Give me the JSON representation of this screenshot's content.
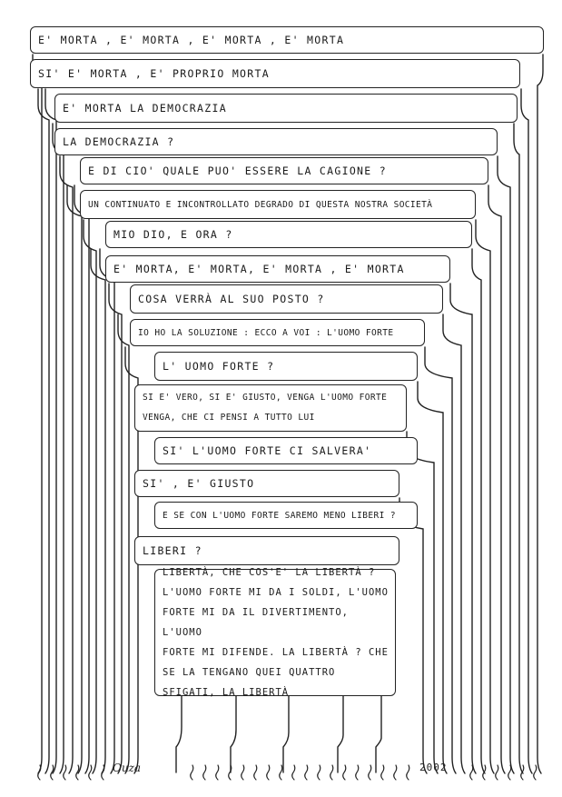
{
  "panels": [
    {
      "text": "E' MORTA , E' MORTA , E' MORTA , E' MORTA"
    },
    {
      "text": "SI' E' MORTA , E' PROPRIO MORTA"
    },
    {
      "text": "E' MORTA LA DEMOCRAZIA"
    },
    {
      "text": "LA DEMOCRAZIA ?"
    },
    {
      "text": "E DI CIO' QUALE PUO' ESSERE LA CAGIONE ?"
    },
    {
      "text": "UN CONTINUATO E INCONTROLLATO DEGRADO DI QUESTA NOSTRA SOCIETÀ"
    },
    {
      "text": "MIO DIO, E ORA ?"
    },
    {
      "text": "E' MORTA, E' MORTA, E' MORTA , E' MORTA"
    },
    {
      "text": "COSA VERRÀ AL SUO POSTO ?"
    },
    {
      "text": "IO HO LA SOLUZIONE : ECCO A VOI : L'UOMO FORTE"
    },
    {
      "text": "L' UOMO FORTE ?"
    },
    {
      "lines": [
        "SI E' VERO, SI E' GIUSTO, VENGA L'UOMO FORTE",
        "VENGA, CHE CI PENSI A TUTTO LUI"
      ]
    },
    {
      "text": "SI' L'UOMO FORTE CI SALVERA'"
    },
    {
      "text": "SI' , E' GIUSTO"
    },
    {
      "text": "E SE CON L'UOMO FORTE SAREMO MENO LIBERI ?"
    },
    {
      "text": "LIBERI ?"
    },
    {
      "lines": [
        "LIBERTÀ, CHE COS'E' LA LIBERTÀ ?",
        "L'UOMO FORTE MI DA I SOLDI, L'UOMO",
        "FORTE MI DA IL DIVERTIMENTO, L'UOMO",
        "FORTE MI DIFENDE. LA LIBERTÀ ? CHE",
        "SE LA TENGANO QUEI QUATTRO",
        "SFIGATI, LA LIBERTÀ"
      ]
    }
  ],
  "signature": "Ouza",
  "year": "2002",
  "colors": {
    "ink": "#222222",
    "paper": "#ffffff"
  }
}
